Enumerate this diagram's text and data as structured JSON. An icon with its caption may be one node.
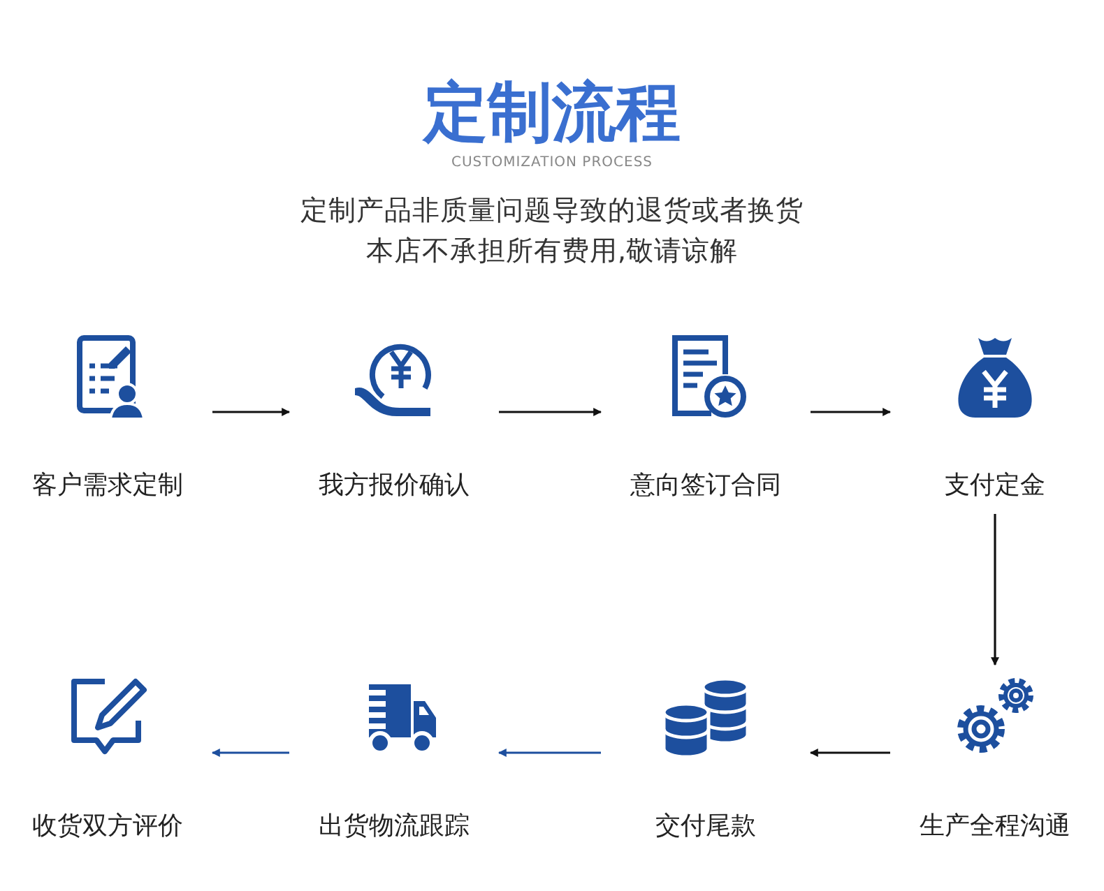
{
  "diagram": {
    "title": "定制流程",
    "labels": [
      "CUSTOMIZATION PROCESS"
    ],
    "caption": "定制产品非质量问题导致的退货或者换货本店不承担所有费用,敬请谅解",
    "nodes": [
      {
        "text": [
          "客户需求定制"
        ]
      },
      {
        "text": [
          "我方报价确认"
        ]
      },
      {
        "text": [
          "意向签订合同"
        ]
      },
      {
        "text": [
          "支付定金"
        ]
      },
      {
        "text": [
          "收货双方评价"
        ]
      },
      {
        "text": [
          "出货物流跟踪"
        ]
      },
      {
        "text": [
          "交付尾款"
        ]
      },
      {
        "text": [
          "生产全程沟通"
        ]
      }
    ],
    "edges": [
      {
        "from": 0,
        "to": 1,
        "arrow": "to"
      },
      {
        "from": 1,
        "to": 2,
        "arrow": "to"
      },
      {
        "from": 2,
        "to": 3,
        "arrow": "to"
      },
      {
        "from": 3,
        "to": 7,
        "arrow": "to"
      },
      {
        "from": 7,
        "to": 6,
        "arrow": "to"
      },
      {
        "from": 6,
        "to": 5,
        "arrow": "to",
        "color": "#1d4f9e"
      },
      {
        "from": 5,
        "to": 4,
        "arrow": "to",
        "color": "#1d4f9e"
      }
    ]
  }
}
